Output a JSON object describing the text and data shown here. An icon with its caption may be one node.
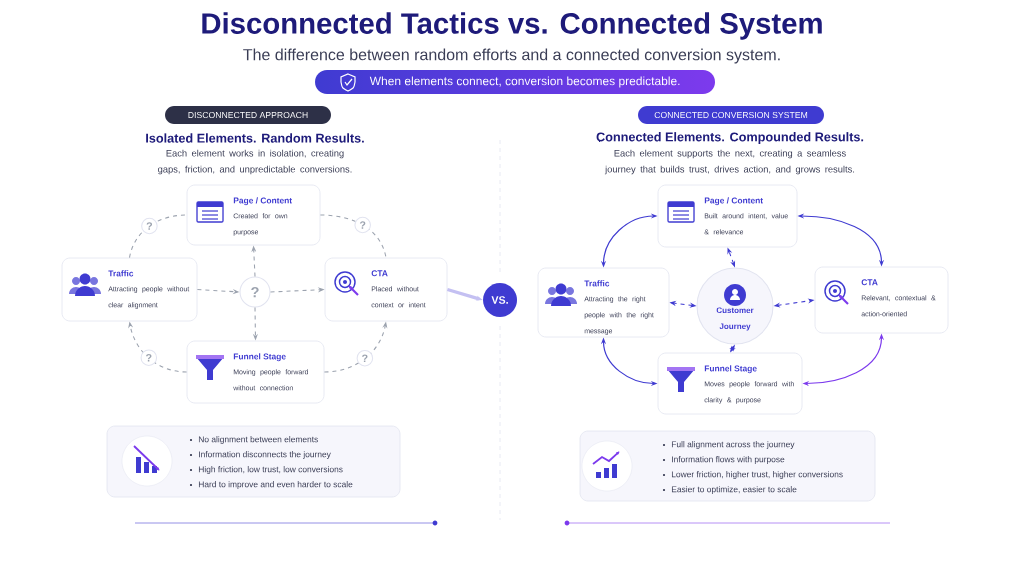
{
  "diagram": {
    "title": "Disconnected Tactics vs. Connected System",
    "nodes": [
      {
        "text": [
          "When elements connect, conversion becomes predictable."
        ]
      },
      {
        "text": [
          "DISCONNECTED APPROACH"
        ]
      },
      {
        "text": [
          "Page / Content",
          "Created for own purpose"
        ]
      },
      {
        "text": [
          "Traffic",
          "Attracting people without clear alignment"
        ]
      },
      {
        "text": [
          "?"
        ]
      },
      {
        "text": [
          "CTA",
          "Placed without context or intent"
        ]
      },
      {
        "text": [
          "Funnel Stage",
          "Moving people forward without connection"
        ]
      },
      {
        "text": [
          "No alignment between elements",
          "Information disconnects the journey",
          "High friction, low trust, low conversions",
          "Hard to improve and even harder to scale"
        ]
      },
      {
        "text": [
          "VS."
        ]
      },
      {
        "text": [
          "CONNECTED CONVERSION SYSTEM"
        ]
      },
      {
        "text": [
          "Page / Content",
          "Built around intent, value & relevance"
        ]
      },
      {
        "text": [
          "Traffic",
          "Attracting the right people with the right message"
        ]
      },
      {
        "text": [
          "Customer Journey"
        ]
      },
      {
        "text": [
          "CTA",
          "Relevant, contextual & action-oriented"
        ]
      },
      {
        "text": [
          "Funnel Stage",
          "Moves people forward with clarity & purpose"
        ]
      },
      {
        "text": [
          "Full alignment across the journey",
          "Information flows with purpose",
          "Lower friction, higher trust, higher conversions",
          "Easier to optimize, easier to scale"
        ]
      }
    ],
    "edges": [
      {
        "from": 3,
        "to": 2,
        "arrow": "none",
        "style": "dashed",
        "label": "?"
      },
      {
        "from": 2,
        "to": 5,
        "arrow": "none",
        "style": "dashed",
        "label": "?"
      },
      {
        "from": 6,
        "to": 3,
        "arrow": "to",
        "style": "dashed",
        "label": "?"
      },
      {
        "from": 6,
        "to": 5,
        "arrow": "to",
        "style": "dashed",
        "label": "?"
      },
      {
        "from": 3,
        "to": 4,
        "arrow": "to",
        "style": "dashed"
      },
      {
        "from": 4,
        "to": 5,
        "arrow": "to",
        "style": "dashed"
      },
      {
        "from": 4,
        "to": 2,
        "arrow": "to",
        "style": "dashed"
      },
      {
        "from": 4,
        "to": 6,
        "arrow": "to",
        "style": "dashed"
      },
      {
        "from": 5,
        "to": 8,
        "arrow": "to",
        "style": "thick",
        "color": "#c4c0f2"
      },
      {
        "from": 11,
        "to": 10,
        "arrow": "both",
        "color": "#3f3bd1"
      },
      {
        "from": 10,
        "to": 13,
        "arrow": "both",
        "color": "#3f3bd1"
      },
      {
        "from": 11,
        "to": 14,
        "arrow": "both",
        "color": "#3f3bd1"
      },
      {
        "from": 13,
        "to": 14,
        "arrow": "both",
        "color": "#7c3aed"
      },
      {
        "from": 12,
        "to": 11,
        "arrow": "both",
        "style": "dashed",
        "color": "#3f3bd1"
      },
      {
        "from": 12,
        "to": 13,
        "arrow": "both",
        "style": "dashed",
        "color": "#3f3bd1"
      },
      {
        "from": 12,
        "to": 10,
        "arrow": "both",
        "style": "dashed",
        "color": "#3f3bd1"
      },
      {
        "from": 12,
        "to": 14,
        "arrow": "both",
        "style": "dashed",
        "color": "#3f3bd1"
      }
    ],
    "labels": [
      "The difference between random efforts and a connected conversion system.",
      "Isolated Elements. Random Results.",
      "Each element works in isolation, creating gaps, friction, and unpredictable conversions.",
      "Connected Elements. Compounded Results.",
      "Each element supports the next, creating a seamless journey that builds trust, drives action, and grows results."
    ]
  }
}
